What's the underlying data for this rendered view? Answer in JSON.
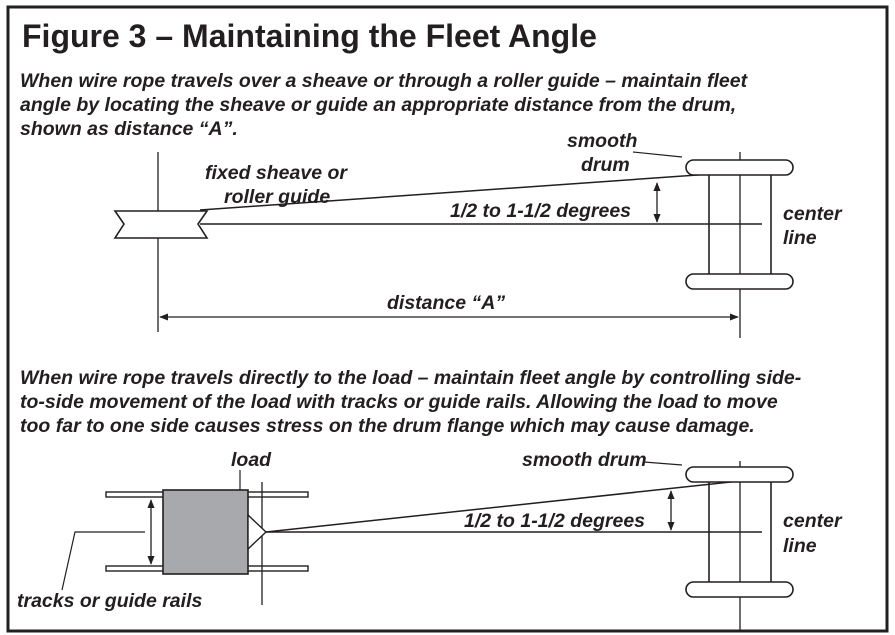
{
  "title": "Figure 3 – Maintaining the Fleet Angle",
  "section1": {
    "paragraph_lines": [
      "When wire rope travels over a sheave or through a roller guide – maintain fleet",
      "angle by locating the sheave or guide an appropriate distance from the drum,",
      "shown as distance “A”."
    ],
    "labels": {
      "smooth_line1": "smooth",
      "drum_line2": "drum",
      "sheave_line1": "fixed sheave or",
      "sheave_line2": "roller guide",
      "angle": "1/2 to 1-1/2 degrees",
      "center": "center",
      "line": "line",
      "distance": "distance “A”"
    }
  },
  "section2": {
    "paragraph_lines": [
      "When wire rope travels directly to the load – maintain fleet angle by controlling side-",
      "to-side movement of the load with tracks or guide rails. Allowing the load to move",
      "too far to one side causes stress on the drum flange which may cause damage."
    ],
    "labels": {
      "load": "load",
      "smooth_drum": "smooth drum",
      "angle": "1/2 to 1-1/2 degrees",
      "center": "center",
      "line": "line",
      "tracks": "tracks or guide rails"
    }
  },
  "colors": {
    "ink": "#231f20",
    "load_fill": "#a7a9ac",
    "background": "#ffffff"
  }
}
